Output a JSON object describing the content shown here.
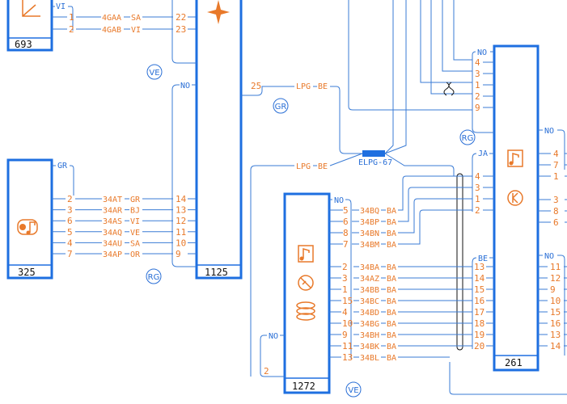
{
  "components": {
    "c693": "693",
    "c325": "325",
    "c1125": "1125",
    "c1272": "1272",
    "c261": "261"
  },
  "tags": {
    "vi_693": "VI",
    "gr_325": "GR",
    "no_1125": "NO",
    "no_1272_top": "NO",
    "no_1272_bot": "NO",
    "no_261_top": "NO",
    "ja_261": "JA",
    "be_261": "BE",
    "no_right_a": "NO",
    "no_right_b": "NO"
  },
  "circles": {
    "ve_upper": "VE",
    "gr_mid": "GR",
    "rg_left": "RG",
    "rg_261": "RG",
    "ve_bottom": "VE"
  },
  "connector_label": "ELPG-67",
  "wires_693": [
    {
      "p1": "1",
      "code": "4GAA",
      "col": "SA",
      "p2": "22"
    },
    {
      "p1": "2",
      "code": "4GAB",
      "col": "VI",
      "p2": "23"
    }
  ],
  "wires_325": [
    {
      "p1": "2",
      "code": "34AT",
      "col": "GR",
      "p2": "14"
    },
    {
      "p1": "3",
      "code": "34AR",
      "col": "BJ",
      "p2": "13"
    },
    {
      "p1": "6",
      "code": "34AS",
      "col": "VI",
      "p2": "12"
    },
    {
      "p1": "5",
      "code": "34AQ",
      "col": "VE",
      "p2": "11"
    },
    {
      "p1": "4",
      "code": "34AU",
      "col": "SA",
      "p2": "10"
    },
    {
      "p1": "7",
      "code": "34AP",
      "col": "OR",
      "p2": "9"
    }
  ],
  "lpg_wires": [
    {
      "pin": "25",
      "code": "LPG",
      "col": "BE"
    },
    {
      "pin": "",
      "code": "LPG",
      "col": "BE"
    }
  ],
  "wires_1272_a": [
    {
      "p1": "5",
      "code": "34BQ",
      "col": "BA",
      "p2": "4"
    },
    {
      "p1": "6",
      "code": "34BP",
      "col": "BA",
      "p2": "3"
    },
    {
      "p1": "8",
      "code": "34BN",
      "col": "BA",
      "p2": "1"
    },
    {
      "p1": "7",
      "code": "34BM",
      "col": "BA",
      "p2": "2"
    }
  ],
  "wires_1272_b": [
    {
      "p1": "2",
      "code": "34BA",
      "col": "BA",
      "p2": "13"
    },
    {
      "p1": "3",
      "code": "34AZ",
      "col": "BA",
      "p2": "14"
    },
    {
      "p1": "1",
      "code": "34BB",
      "col": "BA",
      "p2": "15"
    },
    {
      "p1": "15",
      "code": "34BC",
      "col": "BA",
      "p2": "16"
    },
    {
      "p1": "4",
      "code": "34BD",
      "col": "BA",
      "p2": "17"
    },
    {
      "p1": "10",
      "code": "34BG",
      "col": "BA",
      "p2": "18"
    },
    {
      "p1": "9",
      "code": "34BH",
      "col": "BA",
      "p2": "19"
    },
    {
      "p1": "11",
      "code": "34BK",
      "col": "BA",
      "p2": "20"
    },
    {
      "p1": "13",
      "code": "34BL",
      "col": "BA",
      "p2": ""
    }
  ],
  "pin_1272_bottom": "2",
  "pins_261_top": [
    "4",
    "3",
    "1",
    "2",
    "9"
  ],
  "pins_right_top": [
    "4",
    "7",
    "1",
    "3",
    "8",
    "6"
  ],
  "pins_right_bottom": [
    "11",
    "12",
    "9",
    "10",
    "15",
    "16",
    "13",
    "14"
  ],
  "colors": {
    "wire": "#3a7bd5",
    "box": "#1e6fe0",
    "label": "#e8792a"
  }
}
